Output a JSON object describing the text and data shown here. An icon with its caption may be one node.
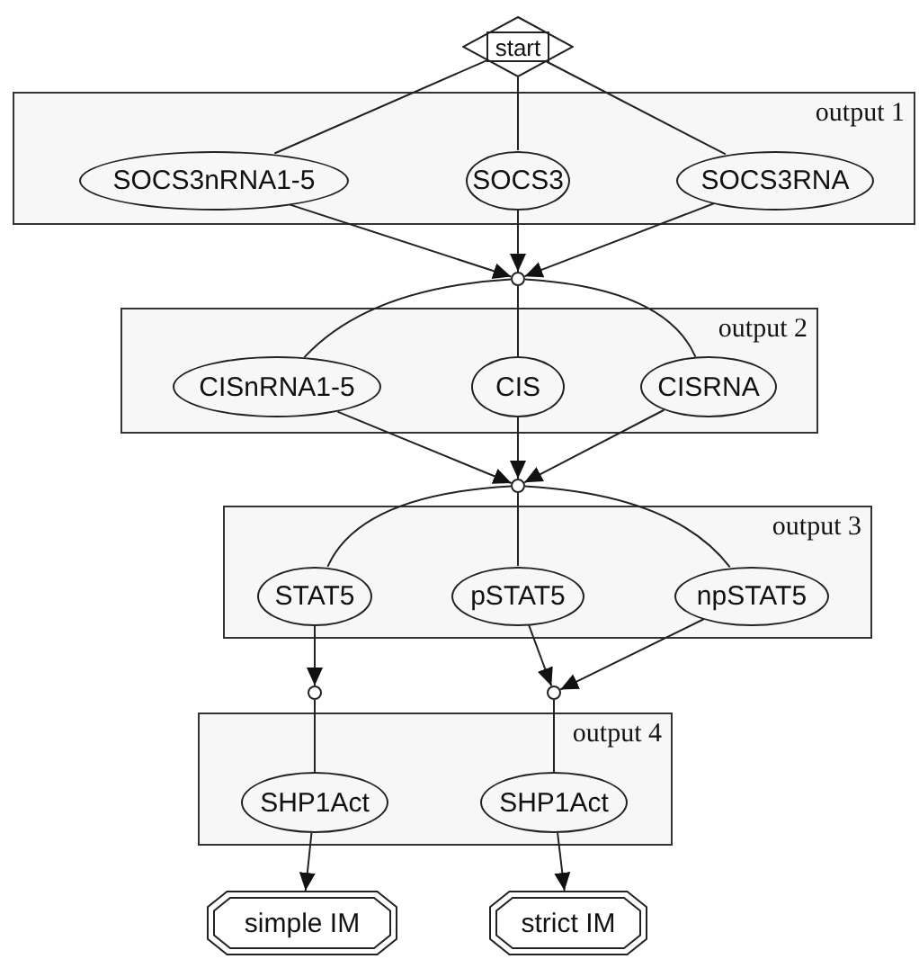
{
  "diagram": {
    "nodes": [
      {
        "text": [
          "start"
        ]
      },
      {
        "text": [
          "output 1"
        ]
      },
      {
        "text": [
          "SOCS3nRNA1-5"
        ],
        "in": 1
      },
      {
        "text": [
          "SOCS3"
        ],
        "in": 1
      },
      {
        "text": [
          "SOCS3RNA"
        ],
        "in": 1
      },
      {
        "text": [],
        "shape": "circle"
      },
      {
        "text": [
          "output 2"
        ]
      },
      {
        "text": [
          "CISnRNA1-5"
        ],
        "in": 6
      },
      {
        "text": [
          "CIS"
        ],
        "in": 6
      },
      {
        "text": [
          "CISRNA"
        ],
        "in": 6
      },
      {
        "text": [],
        "shape": "circle"
      },
      {
        "text": [
          "output 3"
        ]
      },
      {
        "text": [
          "STAT5"
        ],
        "in": 11
      },
      {
        "text": [
          "pSTAT5"
        ],
        "in": 11
      },
      {
        "text": [
          "npSTAT5"
        ],
        "in": 11
      },
      {
        "text": [],
        "shape": "circle"
      },
      {
        "text": [],
        "shape": "circle"
      },
      {
        "text": [
          "output 4"
        ]
      },
      {
        "text": [
          "SHP1Act"
        ],
        "in": 17
      },
      {
        "text": [
          "SHP1Act"
        ],
        "in": 17
      },
      {
        "text": [
          "simple IM"
        ]
      },
      {
        "text": [
          "strict IM"
        ]
      }
    ],
    "edges": [
      {
        "from": 0,
        "to": 2,
        "arrow": "none"
      },
      {
        "from": 0,
        "to": 3,
        "arrow": "none"
      },
      {
        "from": 0,
        "to": 4,
        "arrow": "none"
      },
      {
        "from": 2,
        "to": 5,
        "arrow": "to"
      },
      {
        "from": 3,
        "to": 5,
        "arrow": "to"
      },
      {
        "from": 4,
        "to": 5,
        "arrow": "to"
      },
      {
        "from": 5,
        "to": 7,
        "arrow": "none"
      },
      {
        "from": 5,
        "to": 8,
        "arrow": "none"
      },
      {
        "from": 5,
        "to": 9,
        "arrow": "none"
      },
      {
        "from": 7,
        "to": 10,
        "arrow": "to"
      },
      {
        "from": 8,
        "to": 10,
        "arrow": "to"
      },
      {
        "from": 9,
        "to": 10,
        "arrow": "to"
      },
      {
        "from": 10,
        "to": 12,
        "arrow": "none"
      },
      {
        "from": 10,
        "to": 13,
        "arrow": "none"
      },
      {
        "from": 10,
        "to": 14,
        "arrow": "none"
      },
      {
        "from": 12,
        "to": 15,
        "arrow": "to"
      },
      {
        "from": 13,
        "to": 16,
        "arrow": "to"
      },
      {
        "from": 14,
        "to": 16,
        "arrow": "to"
      },
      {
        "from": 15,
        "to": 18,
        "arrow": "none"
      },
      {
        "from": 16,
        "to": 19,
        "arrow": "none"
      },
      {
        "from": 18,
        "to": 20,
        "arrow": "to"
      },
      {
        "from": 19,
        "to": 21,
        "arrow": "to"
      }
    ]
  }
}
